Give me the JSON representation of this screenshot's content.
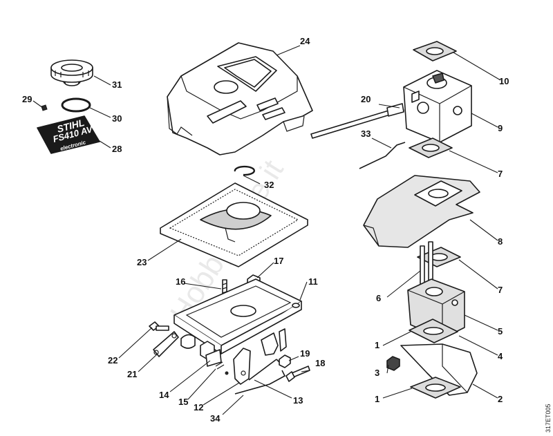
{
  "labels": {
    "p1a": "1",
    "p1b": "1",
    "p2": "2",
    "p3": "3",
    "p4": "4",
    "p5": "5",
    "p6": "6",
    "p7a": "7",
    "p7b": "7",
    "p8": "8",
    "p9": "9",
    "p10": "10",
    "p11": "11",
    "p12": "12",
    "p13": "13",
    "p14": "14",
    "p15": "15",
    "p16": "16",
    "p17": "17",
    "p18": "18",
    "p19": "19",
    "p20": "20",
    "p21": "21",
    "p22": "22",
    "p23": "23",
    "p24": "24",
    "p28": "28",
    "p29": "29",
    "p30": "30",
    "p31": "31",
    "p32": "32",
    "p33": "33",
    "p34": "34"
  },
  "nameplate": {
    "brand": "STIHL",
    "model": "FS410 AV",
    "sub": "electronic"
  },
  "watermark": "HobbyStore.it",
  "figure_code": "317ET005"
}
